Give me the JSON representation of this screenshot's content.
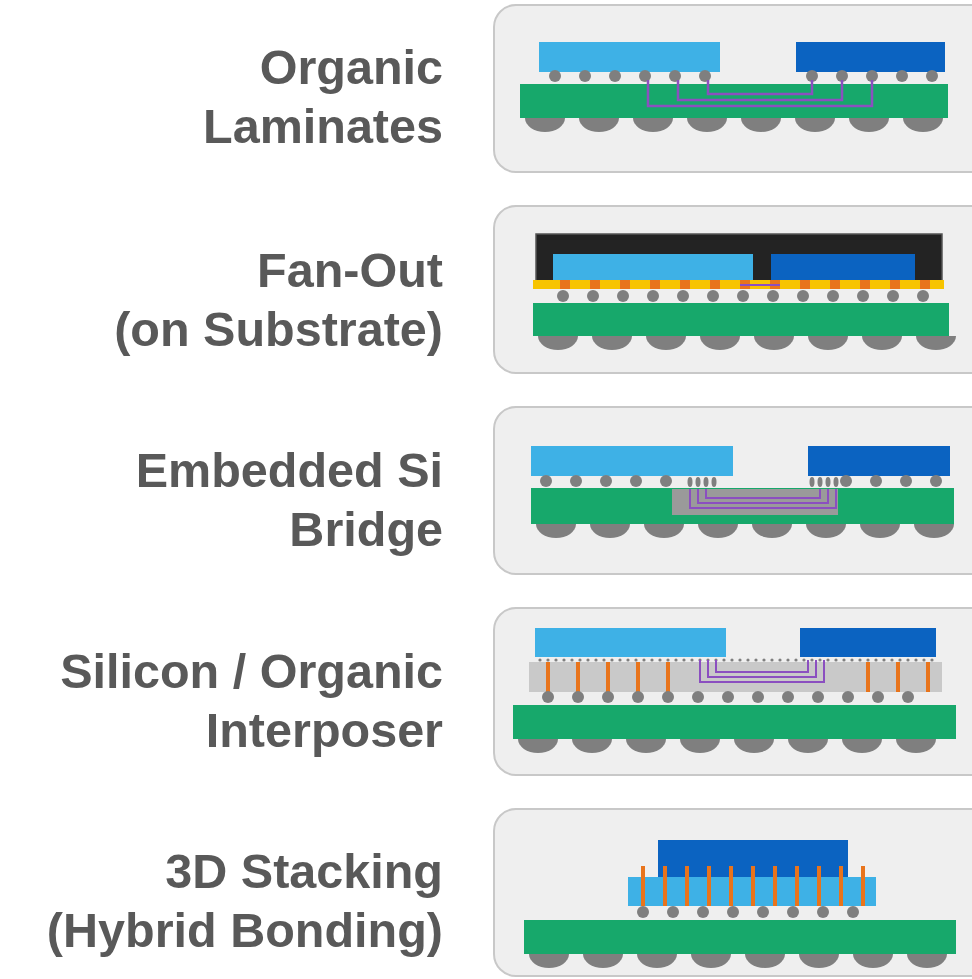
{
  "diagram": {
    "labels": [
      "Organic Laminates",
      "Fan-Out (on Substrate)",
      "Embedded Si Bridge",
      "Silicon / Organic Interposer",
      "3D Stacking (Hybrid Bonding)"
    ]
  }
}
